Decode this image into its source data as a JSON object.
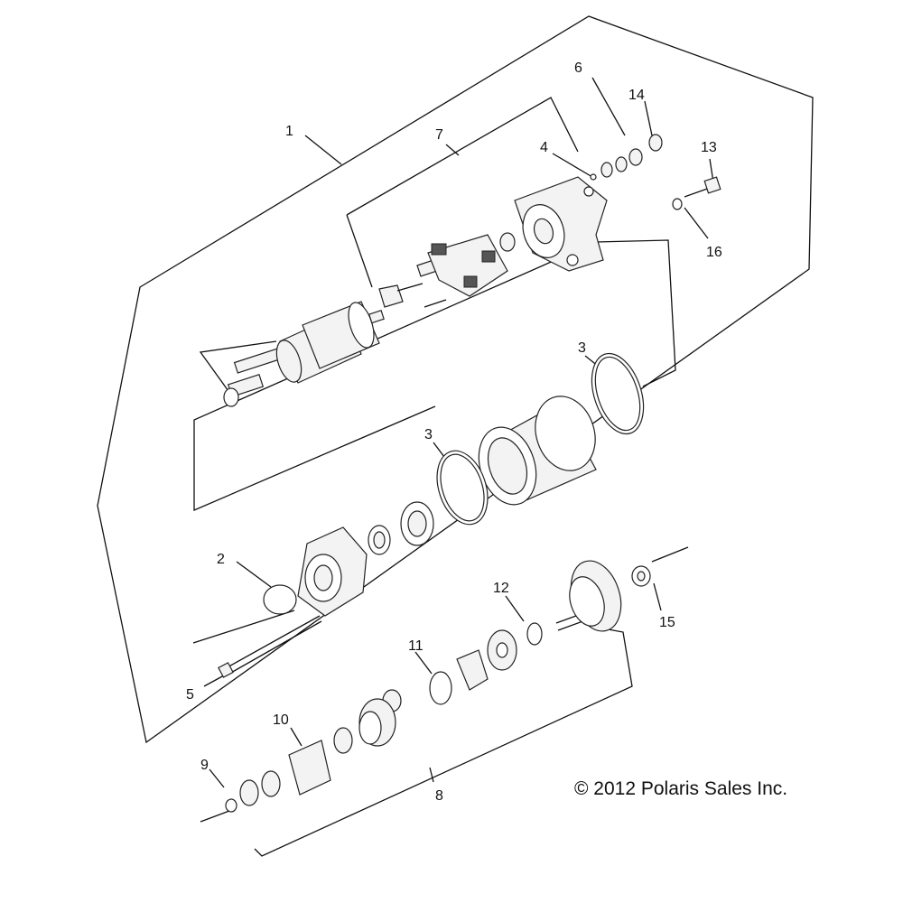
{
  "callouts": {
    "c1": "1",
    "c2": "2",
    "c3a": "3",
    "c3b": "3",
    "c4": "4",
    "c5": "5",
    "c6": "6",
    "c7": "7",
    "c8": "8",
    "c9": "9",
    "c10": "10",
    "c11": "11",
    "c12": "12",
    "c13": "13",
    "c14": "14",
    "c15": "15",
    "c16": "16"
  },
  "copyright": "© 2012  Polaris Sales Inc."
}
